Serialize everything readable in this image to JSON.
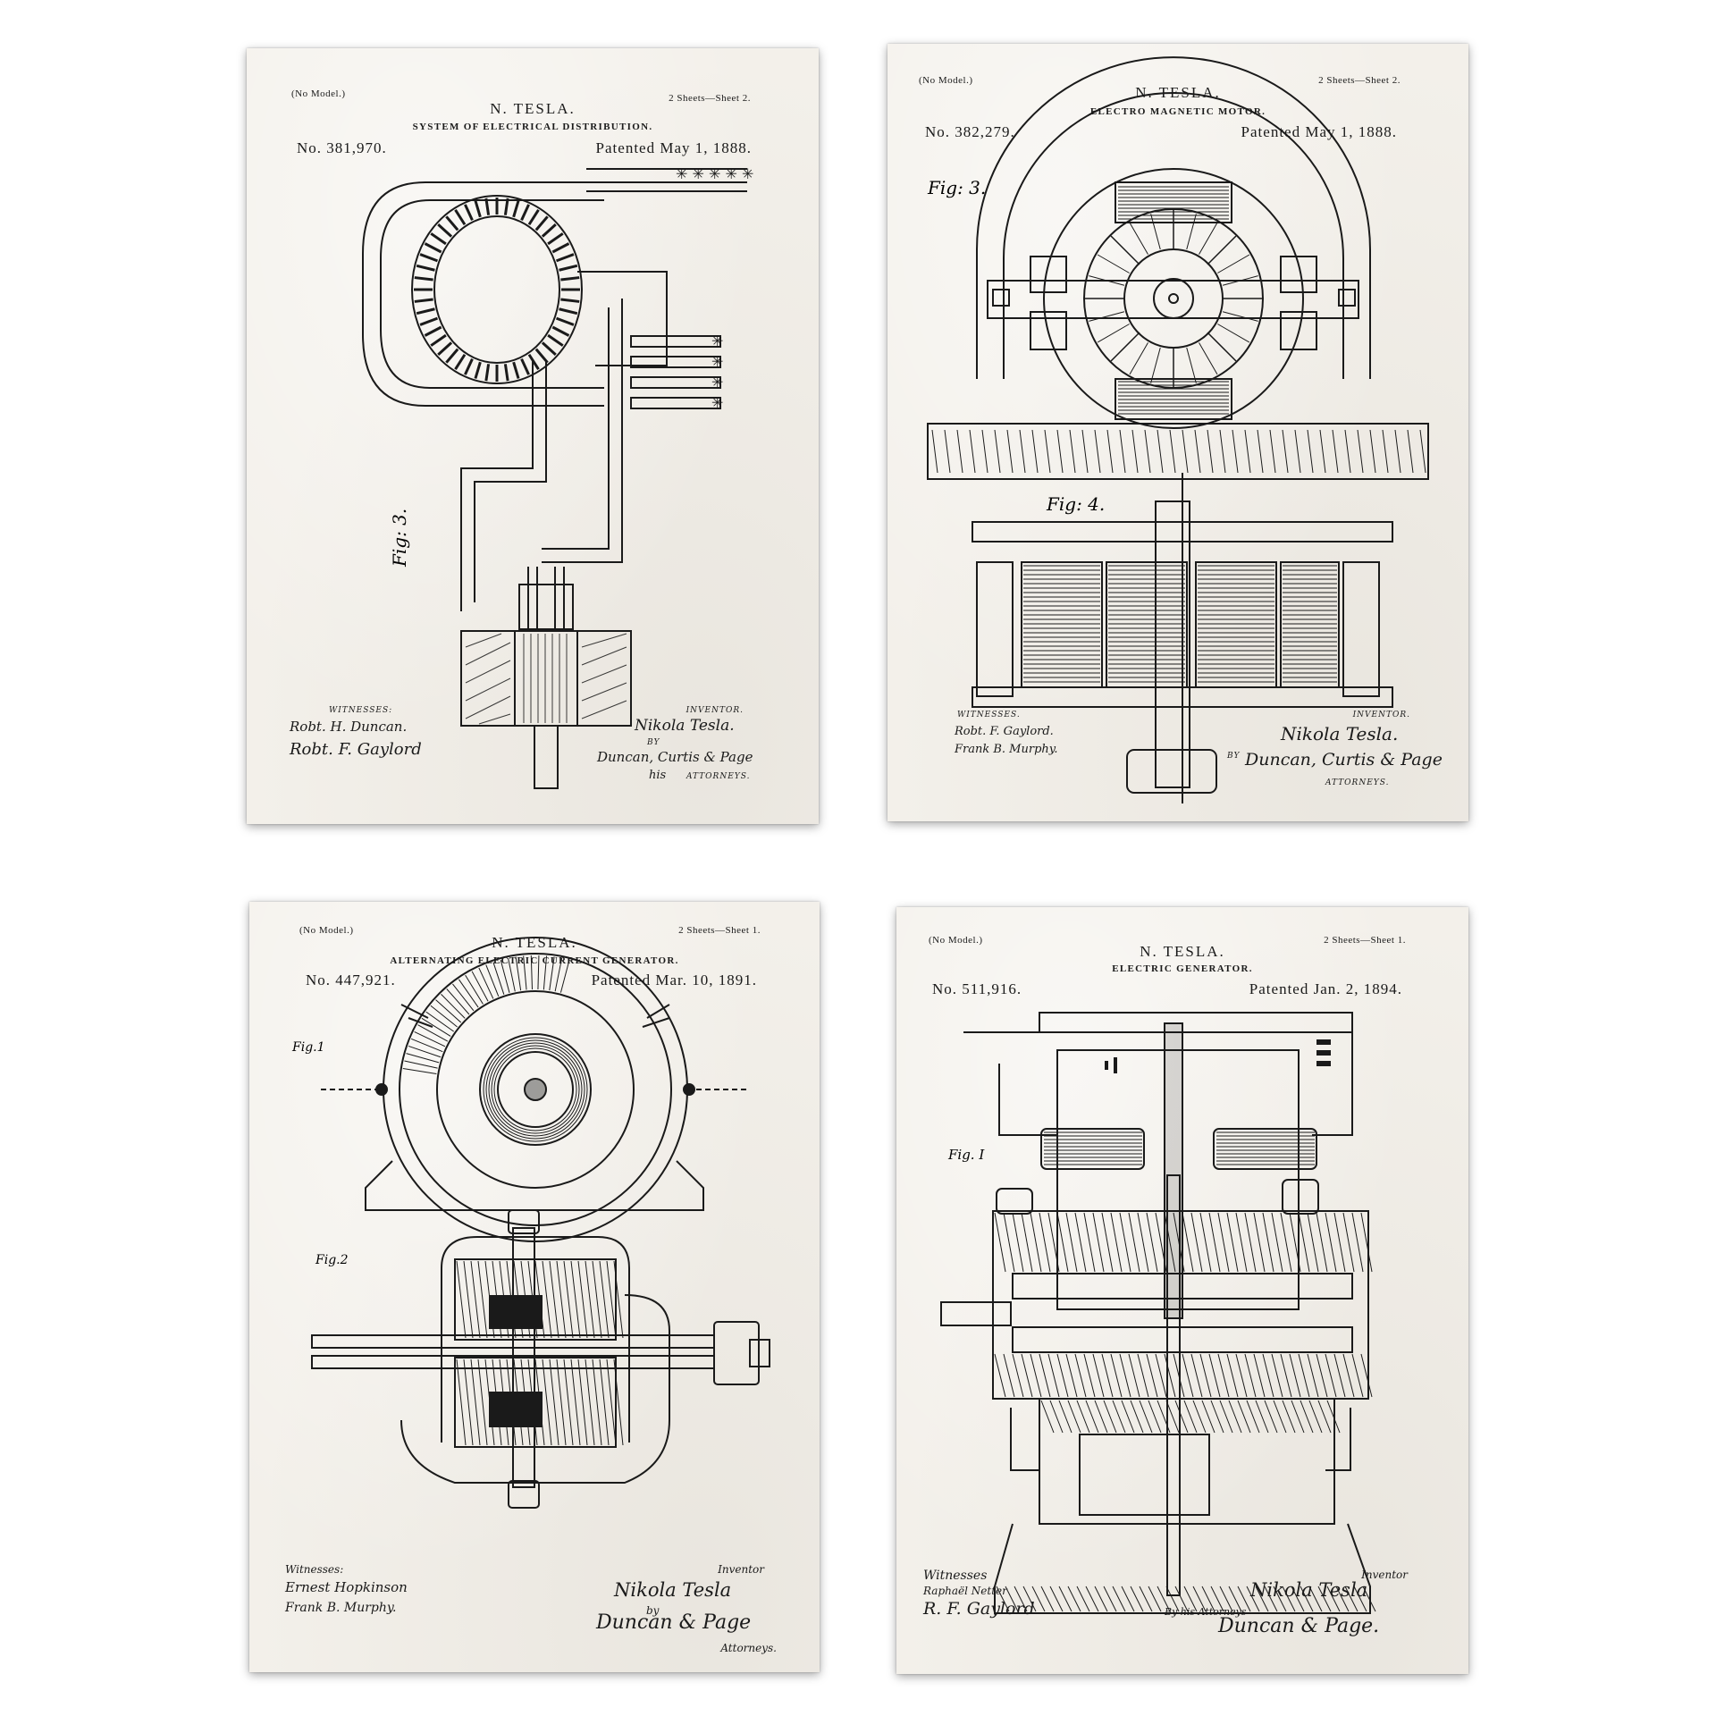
{
  "sheets": [
    {
      "no_model": "(No Model.)",
      "sheets_label": "2 Sheets—Sheet 2.",
      "inventor": "N. TESLA.",
      "title": "SYSTEM OF ELECTRICAL DISTRIBUTION.",
      "number": "No. 381,970.",
      "patented": "Patented May 1, 1888.",
      "fig_label": "Fig: 3.",
      "witnesses_label": "WITNESSES:",
      "inventor_label": "INVENTOR.",
      "witness_1": "Robt. H. Duncan.",
      "witness_2": "Robt. F. Gaylord",
      "signature": "Nikola Tesla.",
      "by_label": "BY",
      "attorneys_sig": "Duncan, Curtis & Page",
      "his_label": "his",
      "attorneys_label": "ATTORNEYS."
    },
    {
      "no_model": "(No Model.)",
      "sheets_label": "2 Sheets—Sheet 2.",
      "inventor": "N. TESLA.",
      "title": "ELECTRO MAGNETIC MOTOR.",
      "number": "No. 382,279.",
      "patented": "Patented May 1, 1888.",
      "fig_label": "Fig: 3.",
      "fig_label_2": "Fig: 4.",
      "witnesses_label": "WITNESSES.",
      "inventor_label": "INVENTOR.",
      "witness_1": "Robt. F. Gaylord.",
      "witness_2": "Frank B. Murphy.",
      "signature": "Nikola Tesla.",
      "by_label": "BY",
      "attorneys_sig": "Duncan, Curtis & Page",
      "attorneys_label": "ATTORNEYS."
    },
    {
      "no_model": "(No Model.)",
      "sheets_label": "2 Sheets—Sheet 1.",
      "inventor": "N. TESLA.",
      "title": "ALTERNATING ELECTRIC CURRENT GENERATOR.",
      "number": "No. 447,921.",
      "patented": "Patented Mar. 10, 1891.",
      "fig_label": "Fig.1",
      "fig_label_2": "Fig.2",
      "witnesses_label": "Witnesses:",
      "inventor_label": "Inventor",
      "witness_1": "Ernest Hopkinson",
      "witness_2": "Frank B. Murphy.",
      "signature": "Nikola Tesla",
      "by_label": "by",
      "attorneys_sig": "Duncan & Page",
      "attorneys_label": "Attorneys."
    },
    {
      "no_model": "(No Model.)",
      "sheets_label": "2 Sheets—Sheet 1.",
      "inventor": "N. TESLA.",
      "title": "ELECTRIC GENERATOR.",
      "number": "No. 511,916.",
      "patented": "Patented Jan. 2, 1894.",
      "fig_label": "Fig. I",
      "witnesses_label": "Witnesses",
      "inventor_label": "Inventor",
      "witness_1": "Raphaël Netter",
      "witness_2": "R. F. Gaylord",
      "signature": "Nikola Tesla",
      "by_label": "By his Attorneys",
      "attorneys_sig": "Duncan & Page."
    }
  ]
}
